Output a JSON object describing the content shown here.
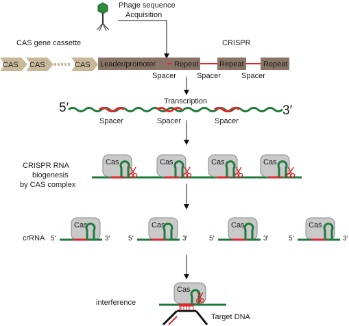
{
  "labels": {
    "phage_line1": "Phage sequence",
    "phage_line2": "Acquisition",
    "cas_cassette": "CAS gene cassette",
    "crispr": "CRISPR",
    "cas": "CAS",
    "leader": "Leader/promoter",
    "repeat": "Repeat",
    "spacer": "Spacer",
    "five_prime": "5′",
    "three_prime": "3′",
    "transcription": "Transcription",
    "biogenesis_1": "CRISPR RNA",
    "biogenesis_2": "biogenesis",
    "biogenesis_3": "by CAS complex",
    "cas_complex": "Cas",
    "crrna": "crRNA",
    "interference": "interference",
    "target_dna": "Target DNA"
  },
  "colors": {
    "green": "#1e7a3c",
    "red": "#e0262b",
    "brown": "#8a7467",
    "tan": "#c8b89a",
    "cas_gray": "#c9c9c9"
  }
}
